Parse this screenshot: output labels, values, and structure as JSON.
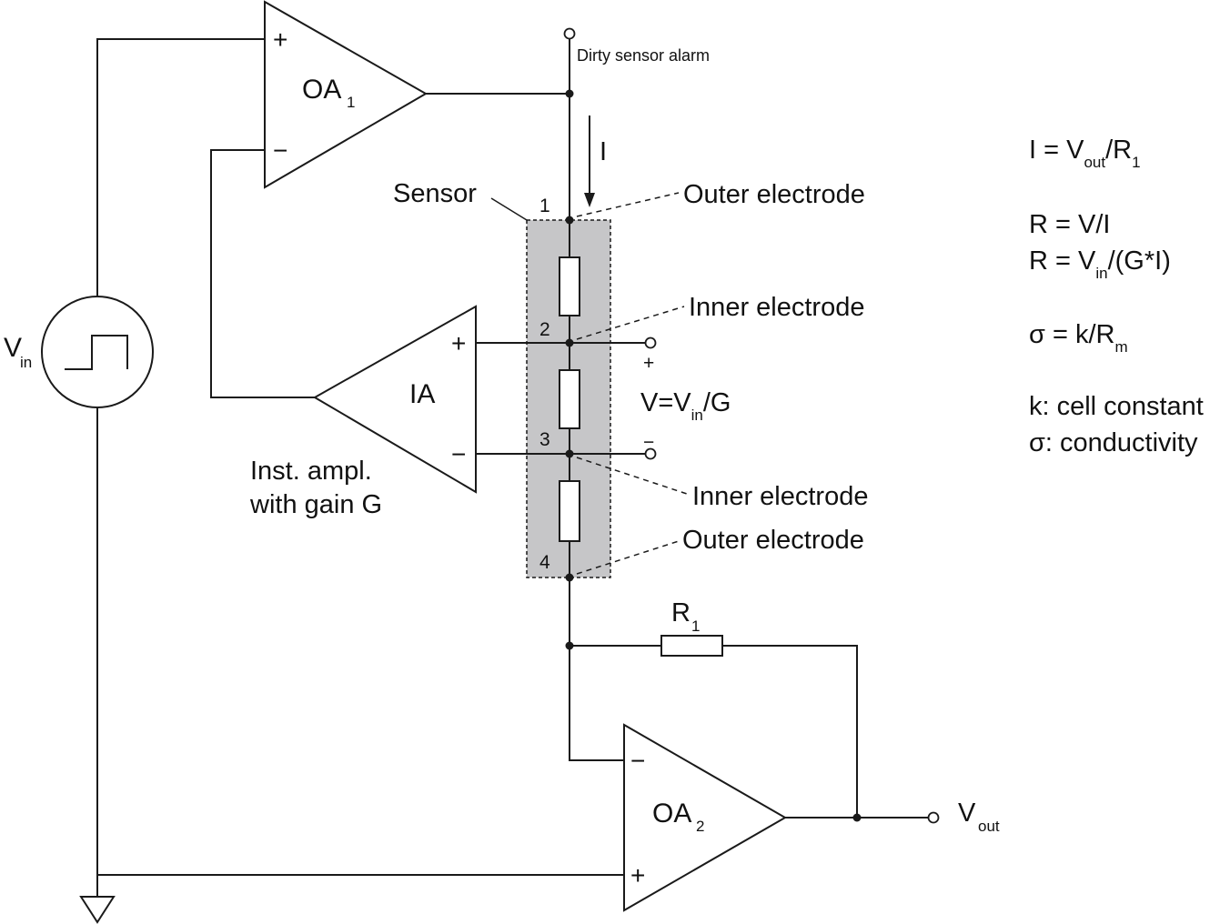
{
  "opamps": {
    "oa1": {
      "name": "OA",
      "sub": "1",
      "plus": "+",
      "minus": "−"
    },
    "oa2": {
      "name": "OA",
      "sub": "2",
      "plus": "+",
      "minus": "−"
    },
    "ia": {
      "name": "IA",
      "plus": "+",
      "minus": "−",
      "caption_line1": "Inst. ampl.",
      "caption_line2": "with gain G"
    }
  },
  "source": {
    "label": "V",
    "sub": "in"
  },
  "alarm_label": "Dirty sensor alarm",
  "current_label": "I",
  "sensor": {
    "label": "Sensor",
    "nodes": [
      "1",
      "2",
      "3",
      "4"
    ],
    "electrodes": [
      "Outer electrode",
      "Inner electrode",
      "Inner electrode",
      "Outer electrode"
    ]
  },
  "voltage": {
    "plus": "+",
    "minus": "−",
    "eq_pre": "V=V",
    "eq_sub": "in",
    "eq_post": "/G"
  },
  "resistor": {
    "label": "R",
    "sub": "1"
  },
  "output": {
    "label": "V",
    "sub": "out"
  },
  "formulas": {
    "f1": {
      "a": "I = V",
      "a_sub": "out",
      "b": "/R",
      "b_sub": "1"
    },
    "f2": "R = V/I",
    "f3": {
      "a": "R = V",
      "a_sub": "in",
      "b": "/(G*I)"
    },
    "f4": {
      "a": "σ = k/R",
      "a_sub": "m"
    },
    "f5": "k: cell constant",
    "f6": "σ: conductivity"
  }
}
